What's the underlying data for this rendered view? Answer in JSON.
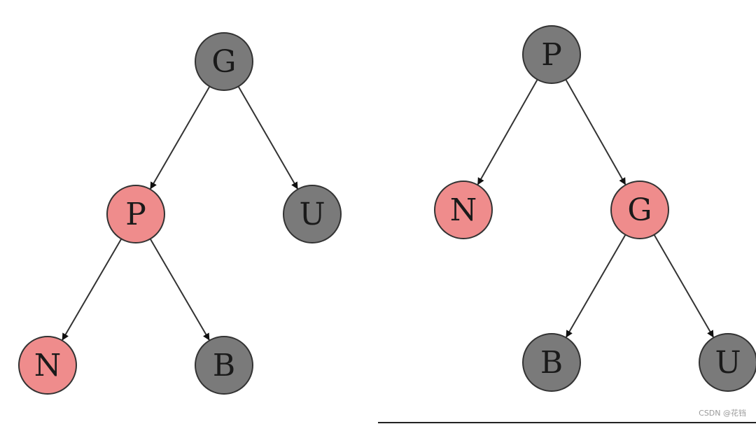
{
  "colors": {
    "black_node_fill": "#7a7a7a",
    "red_node_fill": "#ef8c8c",
    "node_stroke": "#333333"
  },
  "trees": [
    {
      "nodes": [
        {
          "id": "G",
          "label": "G",
          "color": "black"
        },
        {
          "id": "P",
          "label": "P",
          "color": "red"
        },
        {
          "id": "U",
          "label": "U",
          "color": "black"
        },
        {
          "id": "N",
          "label": "N",
          "color": "red"
        },
        {
          "id": "B",
          "label": "B",
          "color": "black"
        }
      ],
      "edges": [
        {
          "from": "G",
          "to": "P"
        },
        {
          "from": "G",
          "to": "U"
        },
        {
          "from": "P",
          "to": "N"
        },
        {
          "from": "P",
          "to": "B"
        }
      ]
    },
    {
      "nodes": [
        {
          "id": "P",
          "label": "P",
          "color": "black"
        },
        {
          "id": "N",
          "label": "N",
          "color": "red"
        },
        {
          "id": "G",
          "label": "G",
          "color": "red"
        },
        {
          "id": "B",
          "label": "B",
          "color": "black"
        },
        {
          "id": "U",
          "label": "U",
          "color": "black"
        }
      ],
      "edges": [
        {
          "from": "P",
          "to": "N"
        },
        {
          "from": "P",
          "to": "G"
        },
        {
          "from": "G",
          "to": "B"
        },
        {
          "from": "G",
          "to": "U"
        }
      ]
    }
  ],
  "watermark": "CSDN @花铛"
}
